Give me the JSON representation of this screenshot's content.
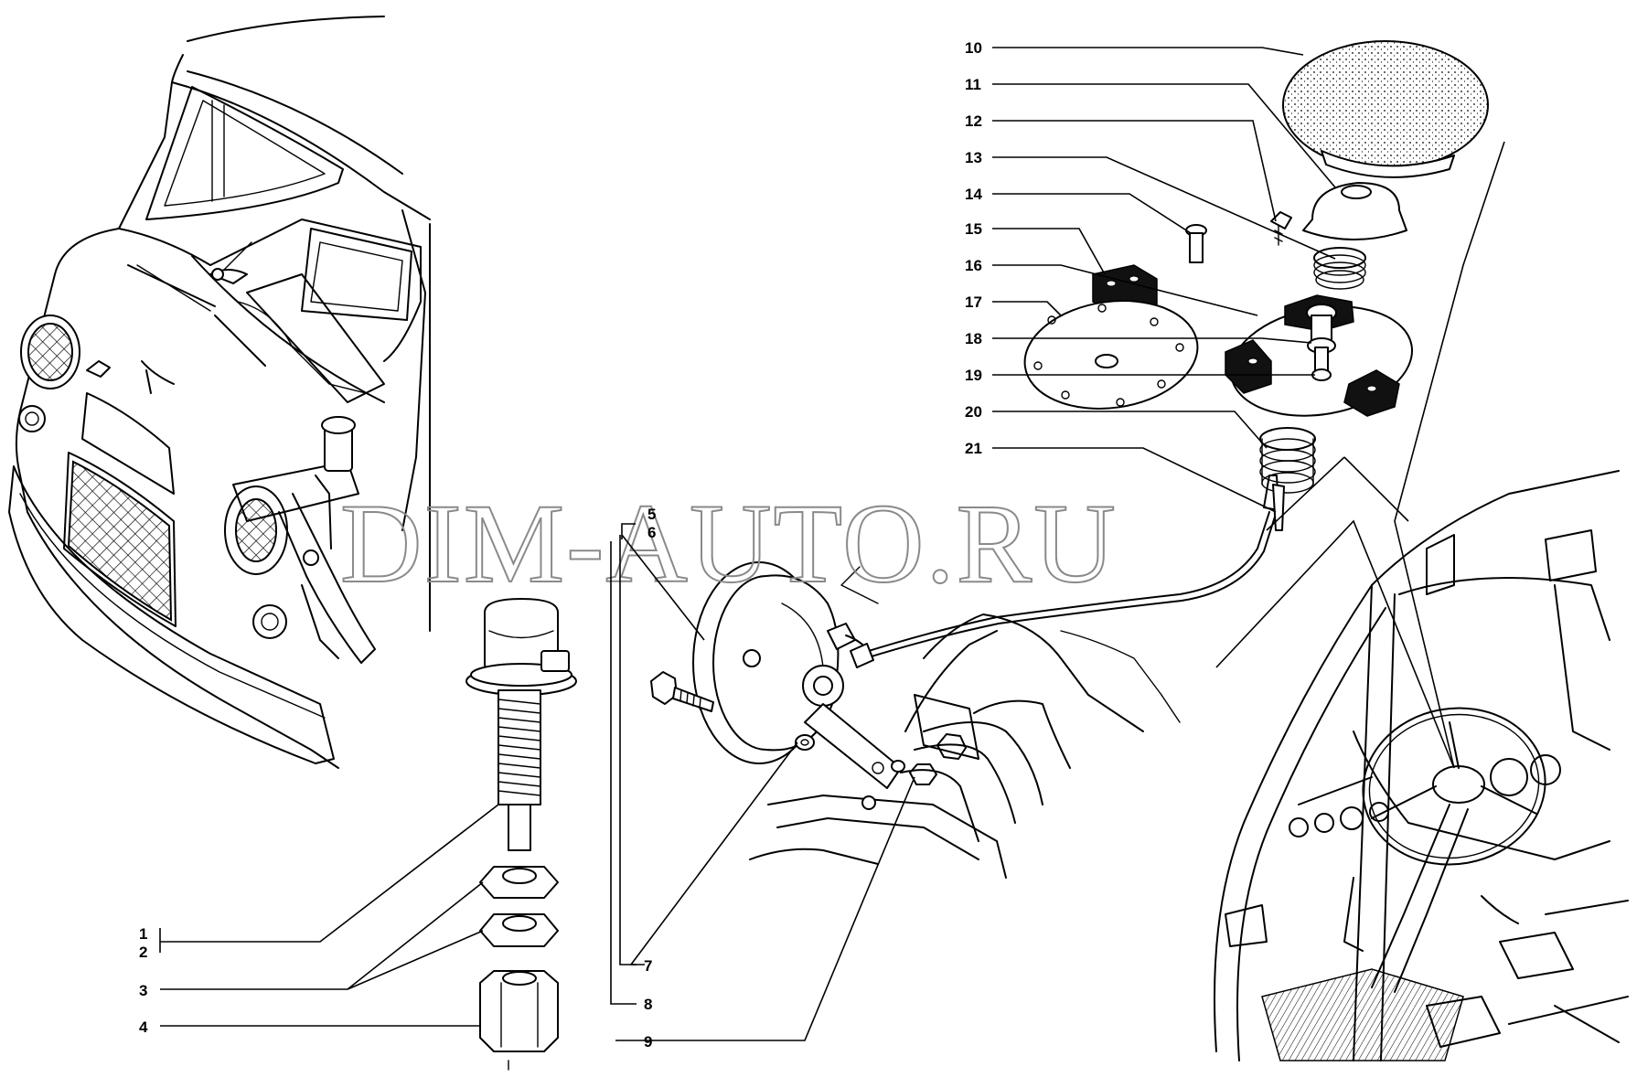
{
  "watermark": "DIM-AUTO.RU",
  "callouts": {
    "c1": "1",
    "c2": "2",
    "c3": "3",
    "c4": "4",
    "c5": "5",
    "c6": "6",
    "c7": "7",
    "c8": "8",
    "c9": "9",
    "c10": "10",
    "c11": "11",
    "c12": "12",
    "c13": "13",
    "c14": "14",
    "c15": "15",
    "c16": "16",
    "c17": "17",
    "c18": "18",
    "c19": "19",
    "c20": "20",
    "c21": "21"
  },
  "colors": {
    "line": "#000000",
    "watermark": "#8a8a8a",
    "background": "#ffffff"
  }
}
